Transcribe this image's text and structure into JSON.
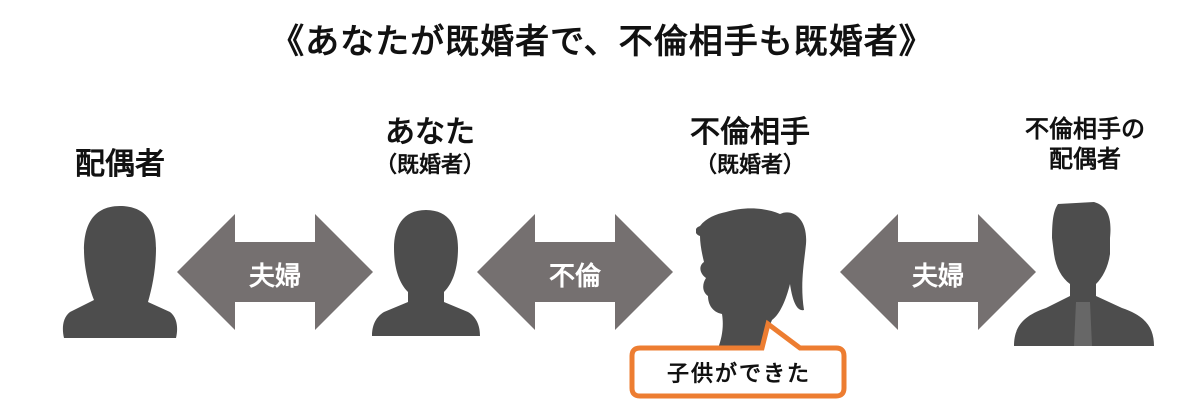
{
  "title": "《あなたが既婚者で、不倫相手も既婚者》",
  "people": [
    {
      "name": "配偶者",
      "sub": ""
    },
    {
      "name": "あなた",
      "sub": "（既婚者）"
    },
    {
      "name": "不倫相手",
      "sub": "（既婚者）"
    },
    {
      "name": "不倫相手の",
      "sub": "配偶者"
    }
  ],
  "arrows": [
    {
      "label": "夫婦"
    },
    {
      "label": "不倫"
    },
    {
      "label": "夫婦"
    }
  ],
  "callout": {
    "text": "子供ができた"
  },
  "colors": {
    "silhouette": "#4d4d4d",
    "arrow": "#757070",
    "callout_border": "#ed7d31",
    "text": "#111111"
  }
}
